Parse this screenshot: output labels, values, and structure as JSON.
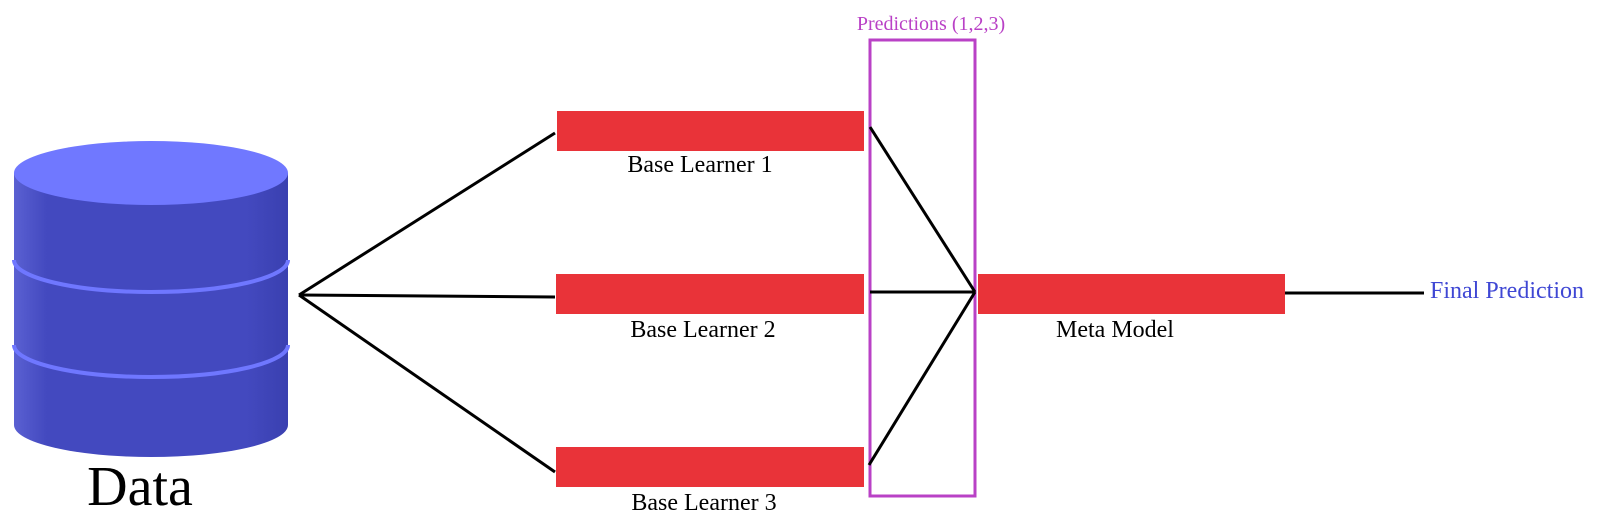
{
  "diagram": {
    "data_label": "Data",
    "predictions_label": "Predictions (1,2,3)",
    "learners": [
      {
        "label": "Base Learner 1"
      },
      {
        "label": "Base Learner 2"
      },
      {
        "label": "Base Learner 3"
      }
    ],
    "meta_label": "Meta Model",
    "final_label": "Final Prediction"
  },
  "colors": {
    "cylinder_top": "#7078ff",
    "cylinder_body": "#4349bf",
    "cylinder_ring": "#6f77ff",
    "bar": "#e93339",
    "predictions_box": "#b941c6",
    "final_text": "#3f47d4",
    "line": "#000000"
  }
}
